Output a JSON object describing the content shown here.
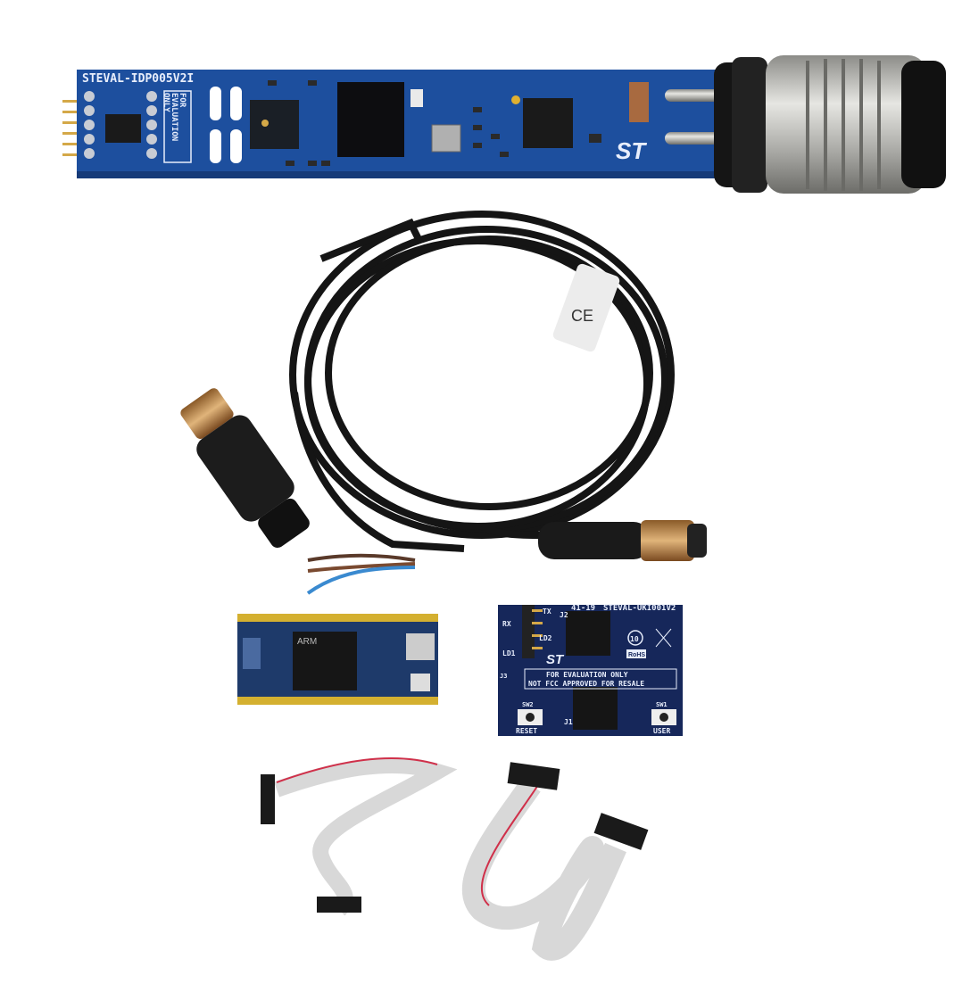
{
  "image": {
    "description_kind": "product-kit-photo",
    "sensor_board": {
      "label": "STEVAL-IDP005V2I",
      "eval_line1": "FOR",
      "eval_line2": "EVALUATION",
      "eval_line3": "ONLY",
      "logo": "ST"
    },
    "cable": {
      "marking": "CE"
    },
    "interface_board": {
      "label": "STEVAL-UKI001V2",
      "number": "41-19",
      "j2": "J2",
      "j1": "J1",
      "j3": "J3",
      "tx": "TX",
      "rx": "RX",
      "ld1": "LD1",
      "ld2": "LD2",
      "notice_line1": "FOR EVALUATION ONLY",
      "notice_line2": "NOT FCC APPROVED FOR RESALE",
      "sw2": "SW2",
      "sw1": "SW1",
      "reset": "RESET",
      "user": "USER",
      "rohs": "RoHS",
      "ten": "10",
      "logo": "ST"
    },
    "mcu_board": {
      "chip_mark": "ARM"
    },
    "colors": {
      "pcb_blue": "#1d4f9e",
      "pcb_dark": "#1a2c5a",
      "cable_black": "#151515",
      "brass": "#c89a5a",
      "metal": "#b8b8b4",
      "ribbon": "#d8d8d8",
      "ribbon_red": "#d0304a"
    }
  }
}
